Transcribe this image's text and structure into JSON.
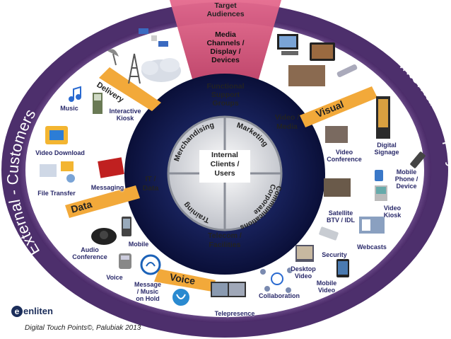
{
  "wedge": {
    "target": "Target\nAudiences",
    "media": "Media\nChannels /\nDisplay /\nDevices",
    "functional": "Functional\nSupport\nGroups"
  },
  "ring": {
    "external": "External - Customers",
    "internal": "Internal - Employees"
  },
  "center": {
    "clients": "Internal\nClients /\nUsers",
    "quadrants": [
      "Merchandising",
      "Marketing",
      "Corporate\nCommunications",
      "Training"
    ]
  },
  "groups": {
    "it": "IT /\nData",
    "video_media": "Video /\nMedia",
    "telecom": "Telecom /\nFacilities"
  },
  "bands": {
    "delivery": "Delivery",
    "visual": "Visual",
    "data": "Data",
    "voice": "Voice"
  },
  "items": {
    "music": "Music",
    "kiosk": "Interactive\nKiosk",
    "video_download": "Video Download",
    "file_transfer": "File Transfer",
    "messaging": "Messaging",
    "audio_conference": "Audio\nConference",
    "mobile_left": "Mobile",
    "voice_item": "Voice",
    "message_hold": "Message\n/ Music\non Hold",
    "telepresence": "Telepresence",
    "collaboration": "Collaboration",
    "desktop_video": "Desktop\nVideo",
    "mobile_video": "Mobile\nVideo",
    "security": "Security",
    "webcasts": "Webcasts",
    "satellite": "Satellite\nBTV / IDL",
    "video_kiosk": "Video\nKiosk",
    "mobile_phone": "Mobile\nPhone /\nDevice",
    "video_conference": "Video\nConference",
    "digital_signage": "Digital\nSignage"
  },
  "footer": {
    "logo": "enliten",
    "credit": "Digital Touch Points©, Palubiak 2013"
  },
  "colors": {
    "outer_ring": "#5a3a78",
    "inner_navy": "#121848",
    "wedge_pink": "#d24a72",
    "band_orange": "#f0a020"
  }
}
